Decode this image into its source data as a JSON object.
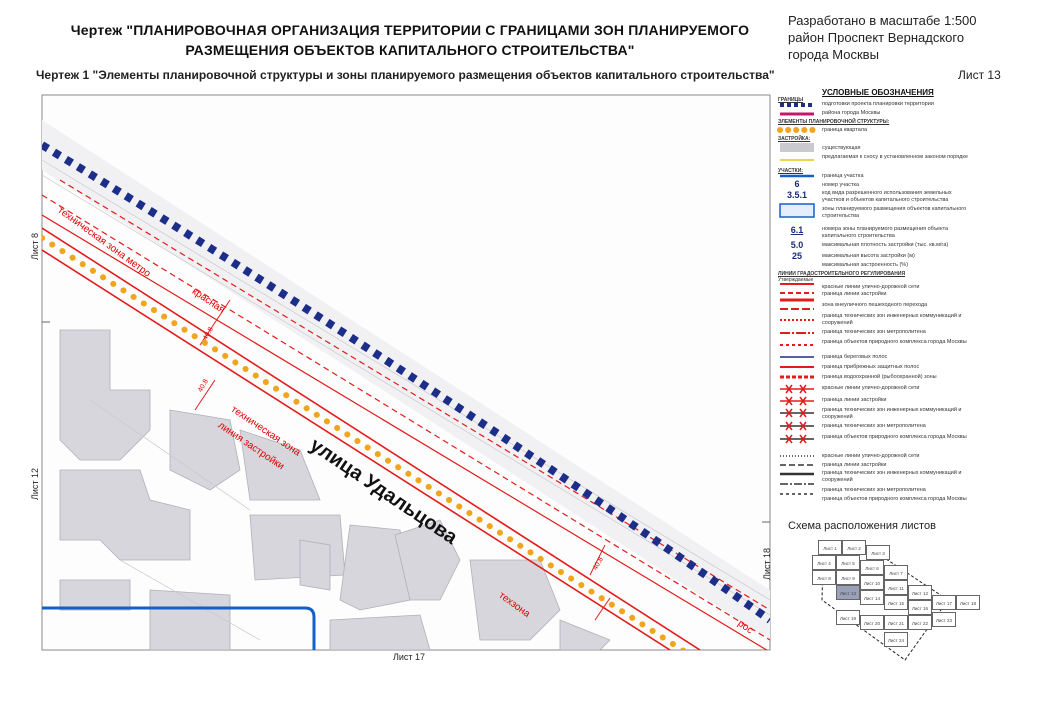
{
  "header": {
    "title_line1": "Чертеж \"ПЛАНИРОВОЧНАЯ ОРГАНИЗАЦИЯ ТЕРРИТОРИИ С ГРАНИЦАМИ ЗОН ПЛАНИРУЕМОГО",
    "title_line2": "РАЗМЕЩЕНИЯ ОБЪЕКТОВ КАПИТАЛЬНОГО СТРОИТЕЛЬСТВА\"",
    "scale_line1": "Разработано в масштабе 1:500",
    "scale_line2": "район Проспект Вернадского",
    "scale_line3": "города Москвы",
    "subtitle": "Чертеж 1 \"Элементы планировочной структуры и зоны планируемого размещения объектов капитального строительства\"",
    "sheet": "Лист 13"
  },
  "map": {
    "street_name": "улица Удальцова",
    "sheet_left_top": "Лист 8",
    "sheet_left_bottom": "Лист 12",
    "sheet_bottom": "Лист 17",
    "sheet_right": "Лист 18",
    "label_metro_zone": "техническая зона метро",
    "label_build_line": "линия застройки",
    "label_tech_zone": "техническая зона",
    "label_red_line": "красная",
    "label_tech_zone_short": "техзона",
    "label_red_short": "рос",
    "dim_1": "40.8",
    "dim_2": "40.8",
    "dim_3": "40.8",
    "colors": {
      "boundary_blue": "#1c2e8a",
      "red_line": "#e21b1b",
      "yellow_dots": "#f0a51c",
      "parcel_blue": "#1560c8",
      "buildings": "#c9c9cf"
    }
  },
  "legend": {
    "title": "УСЛОВНЫЕ ОБОЗНАЧЕНИЯ",
    "sec_boundaries": "ГРАНИЦЫ",
    "row_project_boundary": "подготовки проекта планировки территории",
    "row_district_boundary": "района города Москвы",
    "sec_structure": "ЭЛЕМЕНТЫ ПЛАНИРОВОЧНОЙ СТРУКТУРЫ:",
    "row_quarter": "граница квартала",
    "sec_buildings": "ЗАСТРОЙКА:",
    "row_existing": "существующая",
    "row_demolish": "предлагаемая к сносу в установленном законом порядке",
    "sec_parcels": "УЧАСТКИ:",
    "row_parcel_boundary": "граница участка",
    "num_parcel": "6",
    "row_parcel_number": "номер участка",
    "num_use_code": "3.5.1",
    "row_use_code": "код вида разрешенного использования земельных участков и объектов капитального строительства",
    "row_zones": "зоны планируемого размещения объектов капитального строительства",
    "num_zone": "6.1",
    "row_zone_number": "номера зоны планируемого размещения объекта капитального строительства",
    "num_density": "5.0",
    "row_density": "максимальная плотность застройки (тыс. кв.м/га)",
    "num_height": "25",
    "row_height": "максимальная высота застройки (м)",
    "row_percent": "максимальная застроенность (%)",
    "sec_lines": "ЛИНИИ ГРАДОСТРОИТЕЛЬНОГО РЕГУЛИРОВАНИЯ",
    "sec_lines_sub": "Утверждаемые",
    "row_red_lines": "красные линии улично-дорожной сети",
    "row_build_line": "граница линии застройки",
    "row_pedestrian": "зона внеуличного пешеходного перехода",
    "row_eng_zones": "граница технических зон инженерных коммуникаций и сооружений",
    "row_metro_zones": "граница технических зон метрополитена",
    "row_nature": "граница объектов природного комплекса города Москвы",
    "row_shore": "граница береговых полос",
    "row_coastal": "граница прибрежных защитных полос",
    "row_water": "граница водоохранной (рыбоохранной) зоны",
    "row_red_lines_2": "красные линии улично-дорожной сети",
    "row_build_line_2": "граница линии застройки",
    "row_eng_zones_2": "граница технических зон инженерных коммуникаций и сооружений",
    "row_metro_zones_2": "граница технических зон метрополитена",
    "row_nature_2": "граница объектов природного комплекса города Москвы",
    "row_red_lines_3": "красные линии улично-дорожной сети",
    "row_build_line_3": "граница линии застройки",
    "row_eng_zones_3": "граница технических зон инженерных коммуникаций и сооружений",
    "row_metro_zones_3": "граница технических зон метрополитена",
    "row_nature_3": "граница объектов природного комплекса города Москвы"
  },
  "scheme": {
    "title": "Схема расположения листов",
    "cells": [
      "Лист 1",
      "Лист 2",
      "Лист 3",
      "Лист 4",
      "Лист 5",
      "Лист 6",
      "Лист 7",
      "Лист 8",
      "Лист 9",
      "Лист 10",
      "Лист 11",
      "Лист 12",
      "Лист 13",
      "Лист 14",
      "Лист 15",
      "Лист 16",
      "Лист 17",
      "Лист 18",
      "Лист 19",
      "Лист 20",
      "Лист 21",
      "Лист 22",
      "Лист 23",
      "Лист 24"
    ]
  }
}
